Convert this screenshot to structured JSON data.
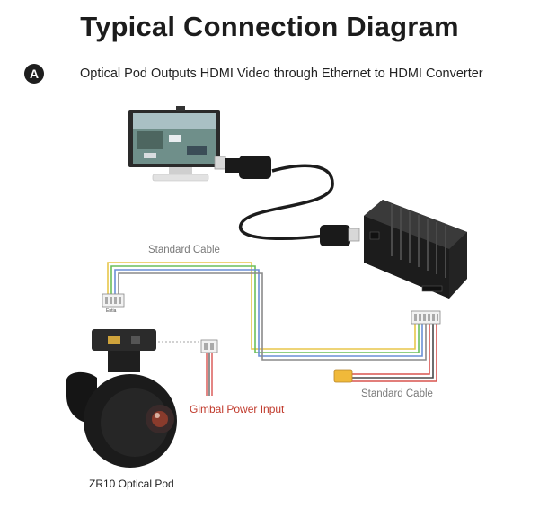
{
  "title": "Typical Connection Diagram",
  "section": {
    "badge": "A",
    "text": "Optical Pod Outputs HDMI Video through Ethernet to HDMI Converter"
  },
  "labels": {
    "standard_cable_top": "Standard Cable",
    "standard_cable_bottom": "Standard Cable",
    "gimbal_power_input": "Gimbal Power Input",
    "pod_name": "ZR10 Optical Pod",
    "connector_mark": "Entia"
  },
  "components": [
    "monitor-icon",
    "hdmi-cable-icon",
    "ethernet-hdmi-converter-icon",
    "optical-pod-icon",
    "power-connector-icon"
  ],
  "colors": {
    "wire_yellow": "#e8c64a",
    "wire_green": "#6cbf5a",
    "wire_blue": "#6a8fd6",
    "wire_red": "#d9534f",
    "wire_gray": "#8a8a8a"
  }
}
